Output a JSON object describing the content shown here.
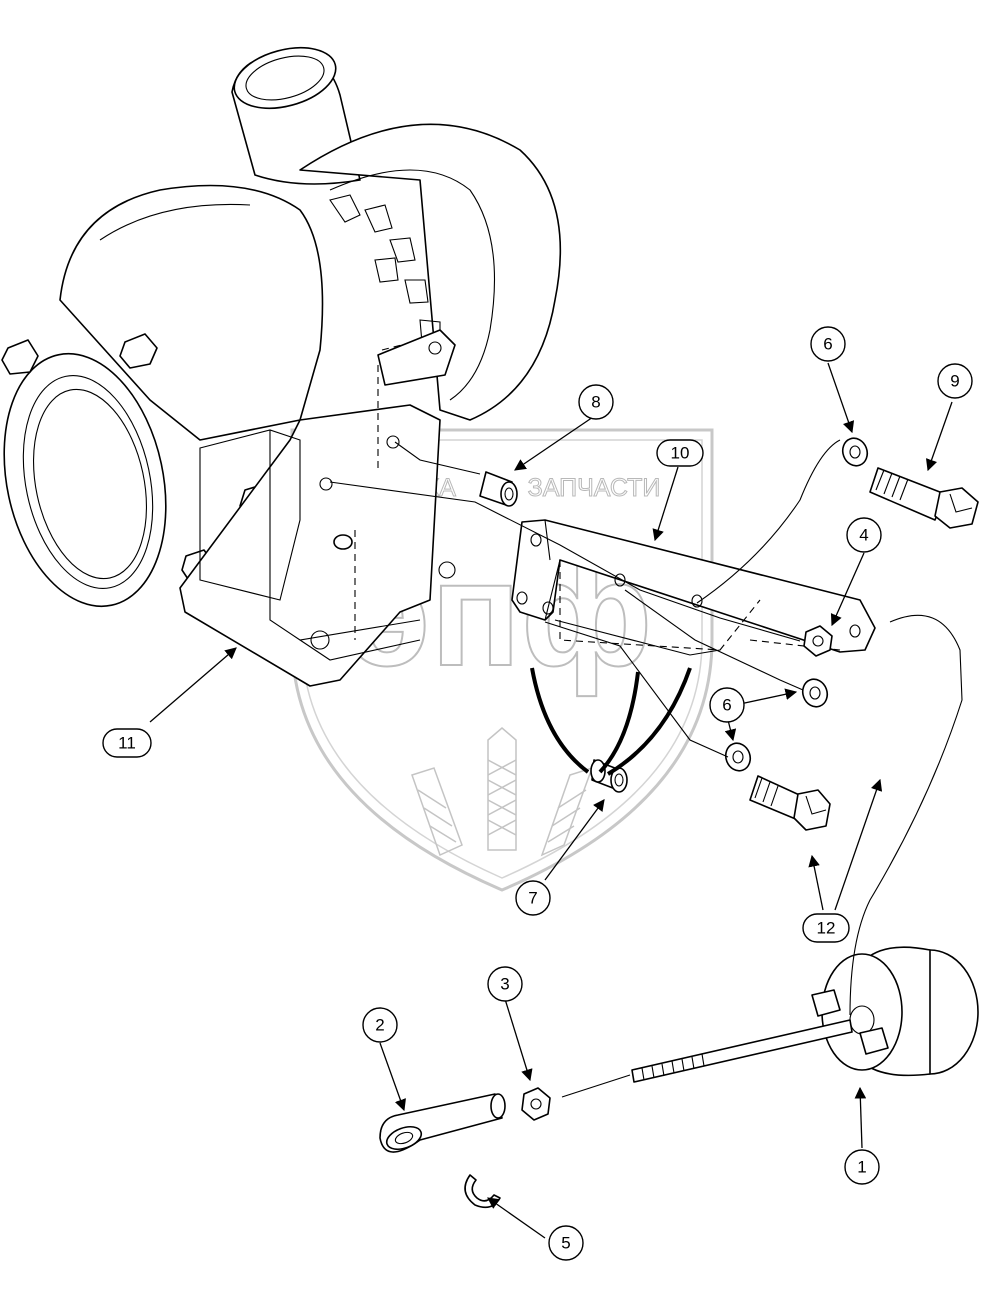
{
  "watermark": {
    "left_word": "ТЕХНИКА",
    "right_word": "ЗАПЧАСТИ",
    "logo_letters": "эпф"
  },
  "callouts": [
    {
      "id": "1",
      "label": "1"
    },
    {
      "id": "2",
      "label": "2"
    },
    {
      "id": "3",
      "label": "3"
    },
    {
      "id": "4",
      "label": "4"
    },
    {
      "id": "5",
      "label": "5"
    },
    {
      "id": "6a",
      "label": "6"
    },
    {
      "id": "6b",
      "label": "6"
    },
    {
      "id": "6c",
      "label": "6"
    },
    {
      "id": "7",
      "label": "7"
    },
    {
      "id": "8",
      "label": "8"
    },
    {
      "id": "9",
      "label": "9"
    },
    {
      "id": "10",
      "label": "10"
    },
    {
      "id": "11",
      "label": "11"
    },
    {
      "id": "12",
      "label": "12"
    }
  ]
}
